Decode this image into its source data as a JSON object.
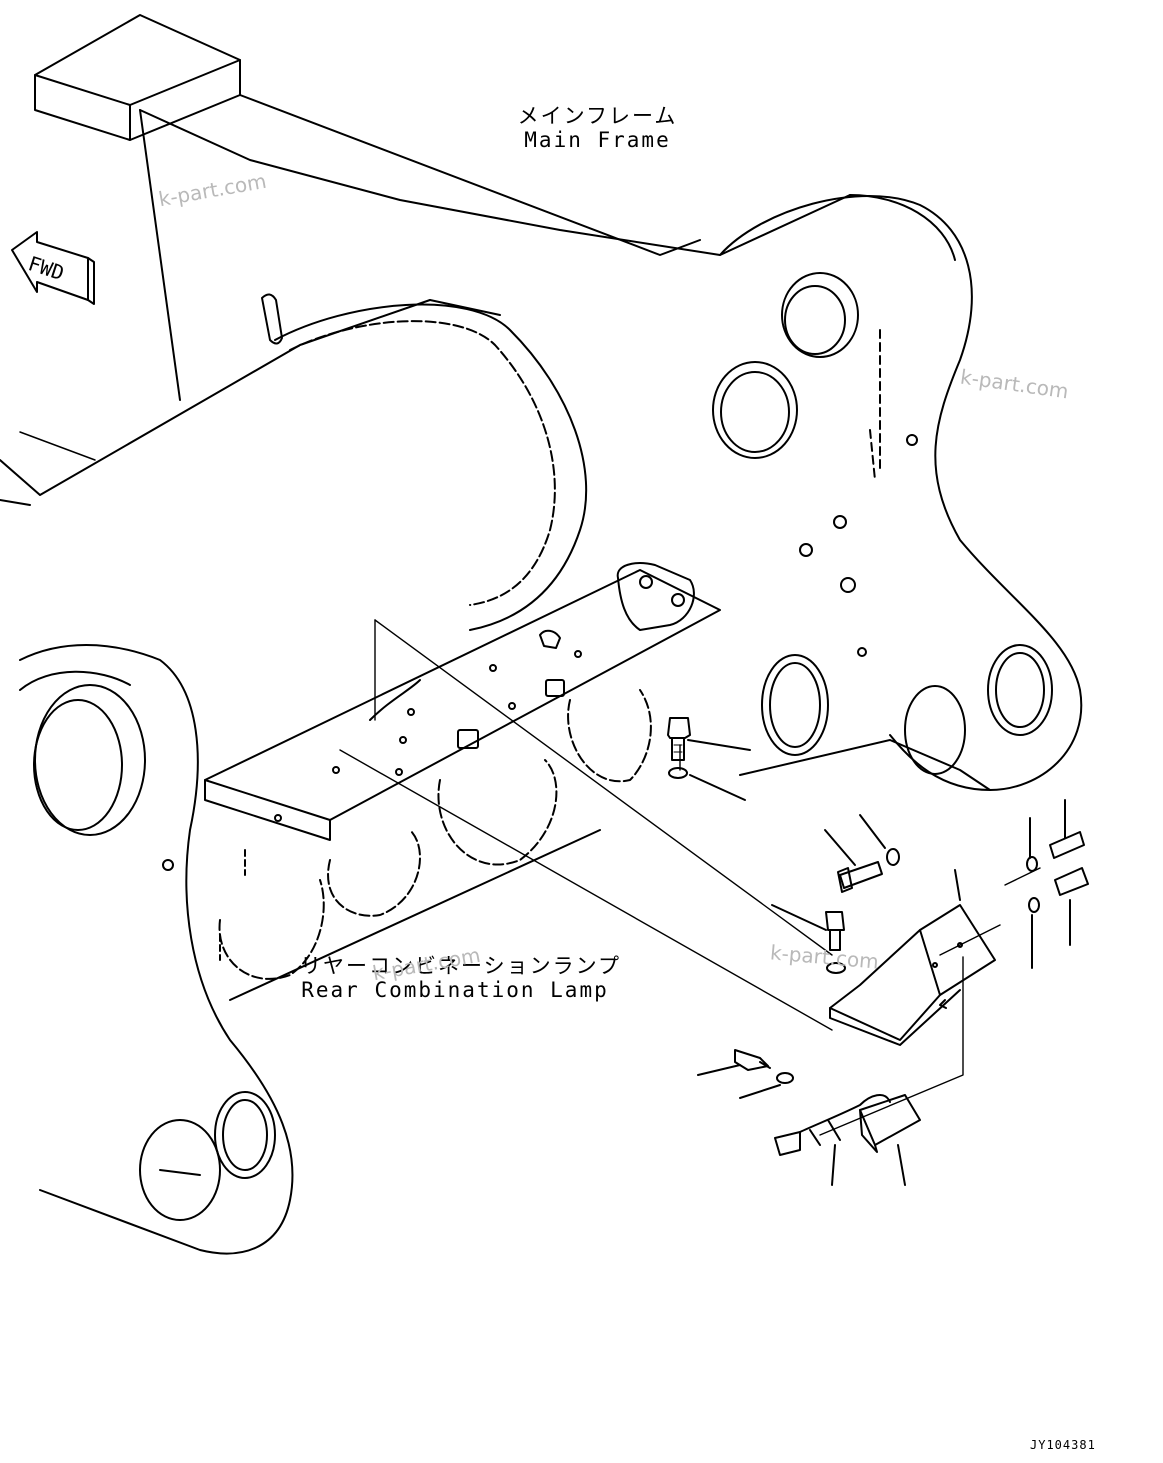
{
  "labels": {
    "main_frame_jp": "メインフレーム",
    "main_frame_en": "Main Frame",
    "rear_lamp_jp": "リヤーコンビネーションランプ",
    "rear_lamp_en": "Rear Combination Lamp",
    "fwd": "FWD"
  },
  "watermark": "k-part.com",
  "drawing_code": "JY104381"
}
